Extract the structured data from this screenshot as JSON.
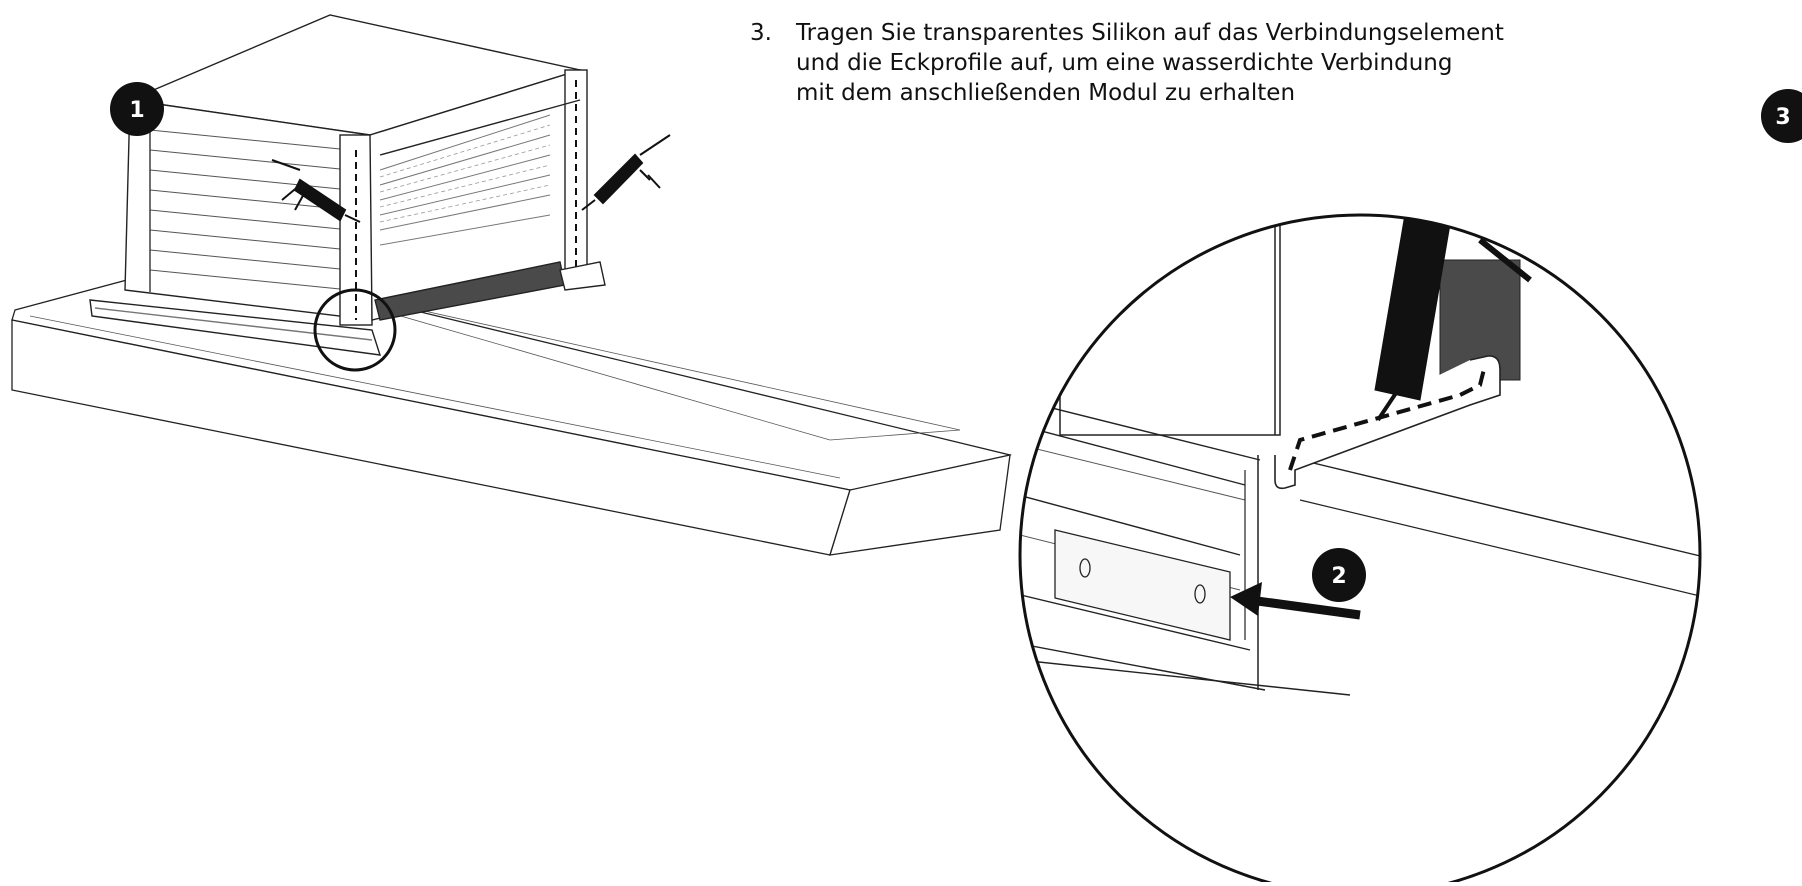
{
  "instruction": {
    "step_number": "3.",
    "lines": [
      "Tragen Sie transparentes Silikon auf das Verbindungselement",
      "und die Eckprofile auf, um eine wasserdichte Verbindung",
      "mit dem anschließenden Modul zu erhalten"
    ]
  },
  "callouts": {
    "one": "1",
    "two": "2",
    "three": "3"
  },
  "colors": {
    "ink": "#111111",
    "line": "#333333",
    "shade": "#4a4a4a",
    "badge": "#111111",
    "badge_text": "#ffffff"
  }
}
